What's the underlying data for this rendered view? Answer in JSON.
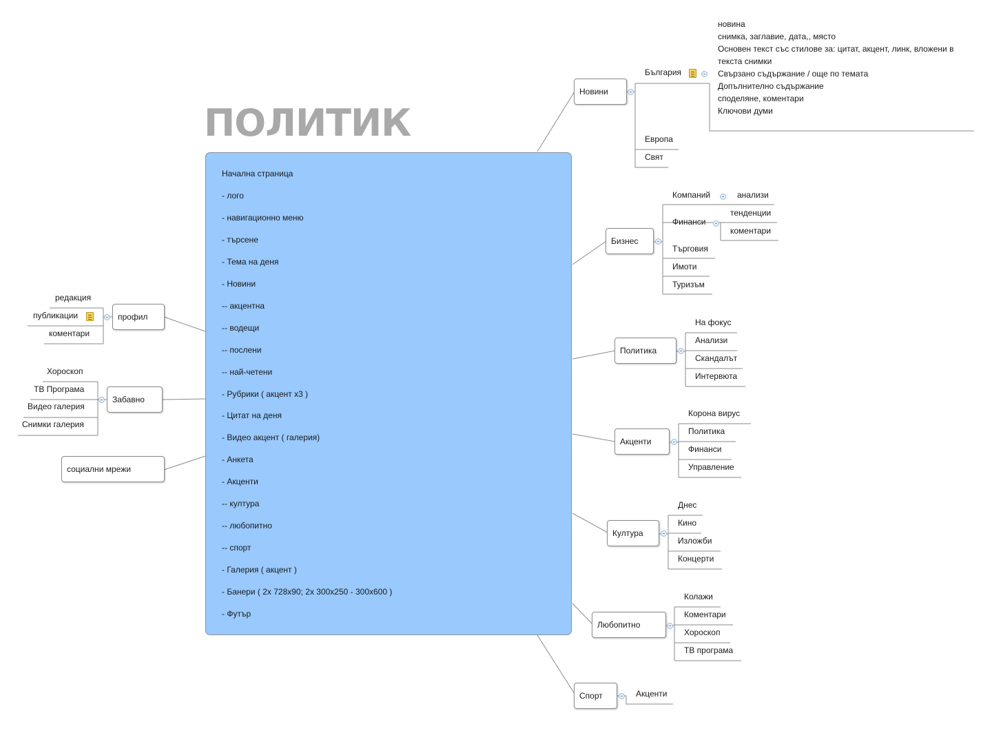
{
  "logo": "ПОЛИТИК",
  "center": {
    "title": "Начална страница",
    "items": [
      "- лого",
      "- навигационно меню",
      "- търсене",
      "- Тема на деня",
      "- Новини",
      "-- акцентна",
      "-- водещи",
      "-- послени",
      "-- най-четени",
      "- Рубрики ( акцент x3 )",
      "- Цитат на деня",
      "- Видео акцент ( галерия)",
      "- Анкета",
      "- Акценти",
      "-- култура",
      "-- любопитно",
      "-- спорт",
      "- Галерия ( акцент )",
      "- Банери ( 2x 728x90; 2x 300x250 - 300x600 )",
      "- Футър"
    ]
  },
  "right": {
    "novini": {
      "label": "Новини",
      "bulgaria": "България",
      "bulgaria_note": [
        "новина",
        "снимка, заглавие, дата,, място",
        "Основен текст със стилове за: цитат, акцент, линк, вложени в",
        "текста снимки",
        "Свързано съдържание / още по темата",
        "Допълнително съдържание",
        "споделяне, коментари",
        "Ключови думи"
      ],
      "evropa": "Европа",
      "svyat": "Свят"
    },
    "biznes": {
      "label": "Бизнес",
      "kompanii": "Компаний",
      "analizi": "анализи",
      "finansi": "Финанси",
      "tendencii": "тенденции",
      "komentari": "коментари",
      "targoviya": "Търговия",
      "imoti": "Имоти",
      "turizam": "Туризъм"
    },
    "politika": {
      "label": "Политика",
      "items": [
        "На фокус",
        "Анализи",
        "Скандалът",
        "Интервюта"
      ]
    },
    "akcenti": {
      "label": "Акценти",
      "items": [
        "Корона вирус",
        "Политика",
        "Финанси",
        "Управление"
      ]
    },
    "kultura": {
      "label": "Култура",
      "items": [
        "Днес",
        "Кино",
        "Изложби",
        "Концерти"
      ]
    },
    "lyubopitno": {
      "label": "Любопитно",
      "items": [
        "Колажи",
        "Коментари",
        "Хороскоп",
        "ТВ програма"
      ]
    },
    "sport": {
      "label": "Спорт",
      "items": [
        "Акценти"
      ]
    }
  },
  "left": {
    "profil": {
      "label": "профил",
      "items": [
        "редакция",
        "публикации",
        "коментари"
      ]
    },
    "zabavno": {
      "label": "Забавно",
      "items": [
        "Хороскоп",
        "ТВ Програма",
        "Видео галерия",
        "Снимки галерия"
      ]
    },
    "socialni": {
      "label": "социални мрежи"
    }
  },
  "colors": {
    "central_fill": "#99c9fd",
    "logo": "#a9a9a9",
    "note_icon": "#f6d45a",
    "toggle": "#9db8d6"
  },
  "icons": {
    "note": "note-icon",
    "collapse": "collapse-toggle-icon"
  }
}
